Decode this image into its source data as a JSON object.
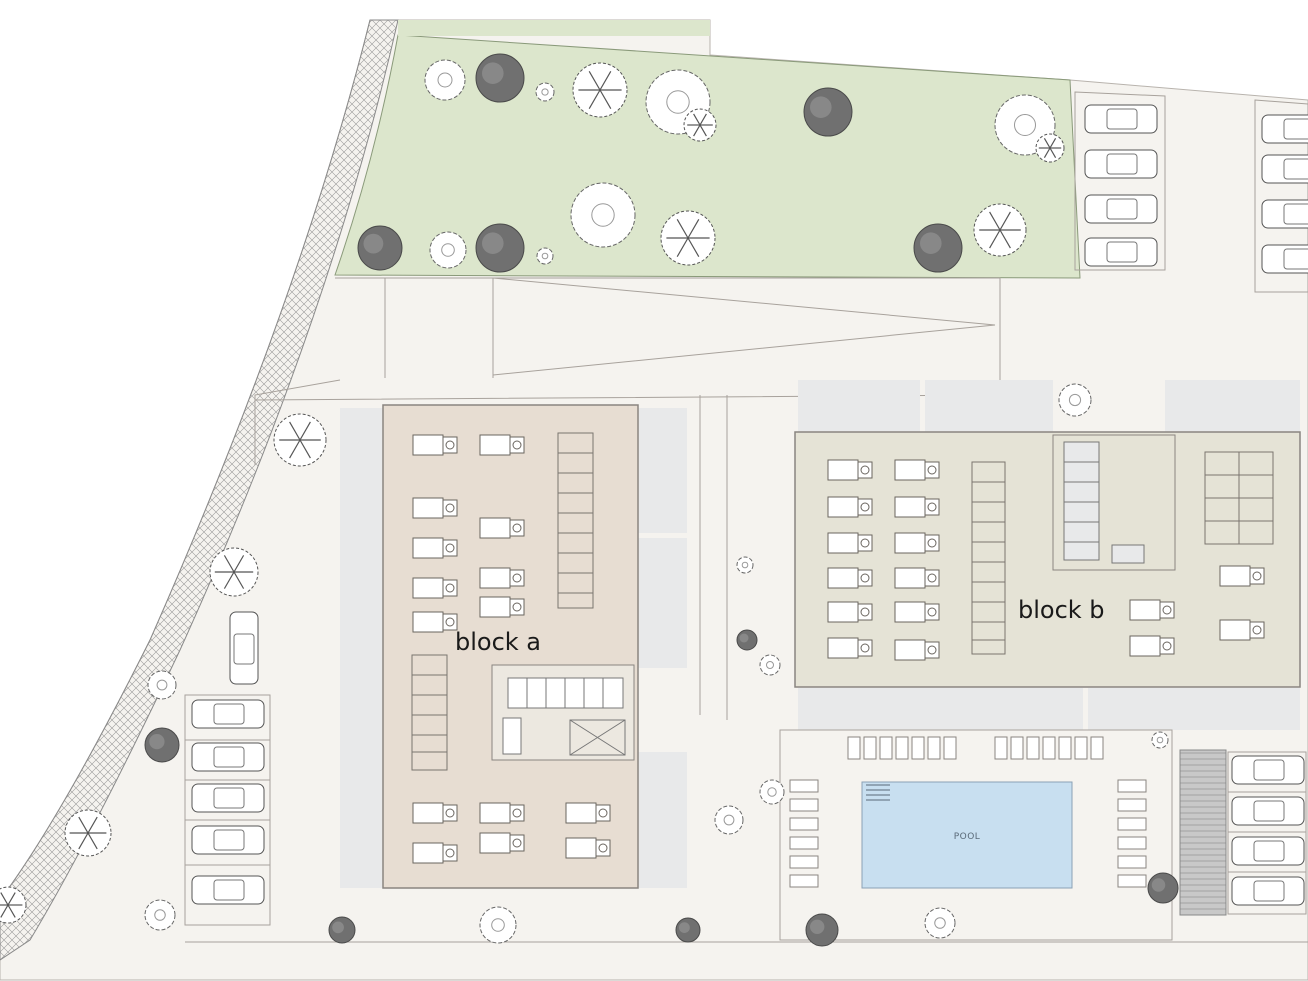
{
  "plan": {
    "labels": {
      "block_a": "block a",
      "block_b": "block b",
      "pool": "POOL"
    },
    "colors": {
      "site_ground": "#f5f3ef",
      "lawn": "#dce6cc",
      "block_a_fill": "#e7ddd2",
      "block_b_fill": "#e5e3d6",
      "terrace": "#e8e9ea",
      "pool_water": "#c8dff0",
      "paving_wall": "#d8d8d8",
      "tree_dark": "#707070",
      "line": "#8a8580"
    },
    "icons": [
      "tree-icon",
      "car-icon",
      "bed-icon",
      "sun-lounger-icon",
      "pool-stairs-icon"
    ]
  }
}
